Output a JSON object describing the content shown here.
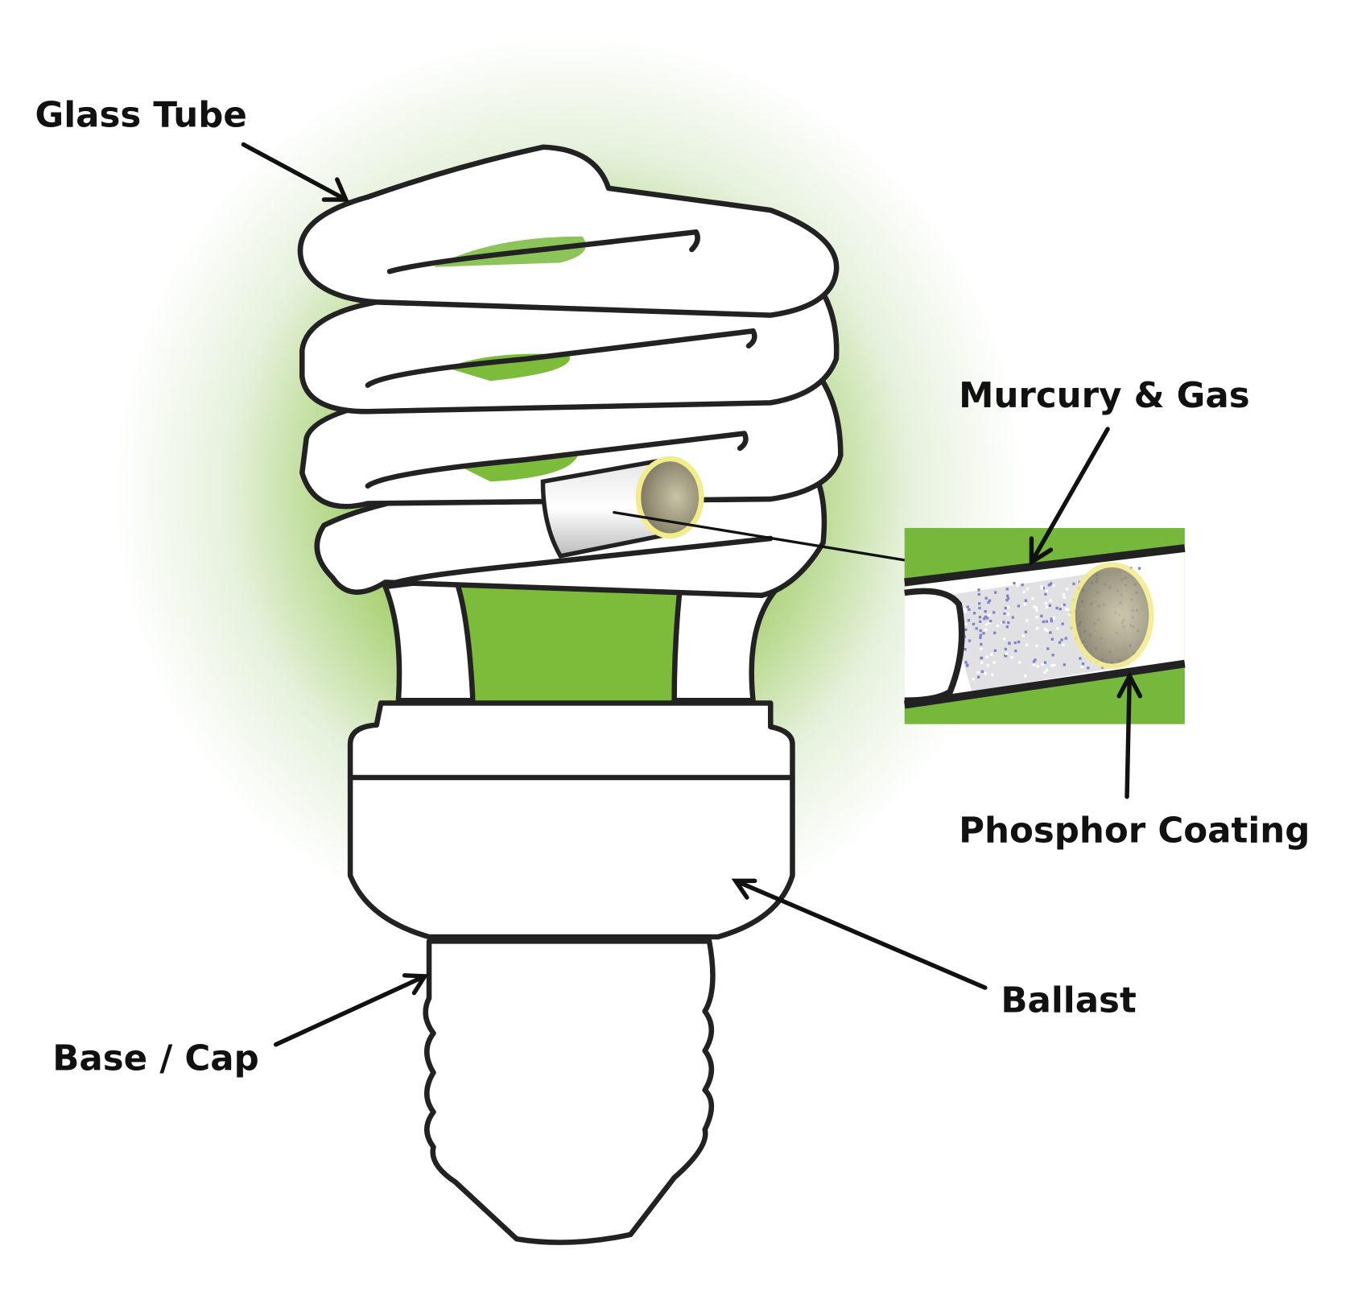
{
  "title": "Compact fluorescent lamp parts",
  "labels": {
    "glass_tube": "Glass Tube",
    "mercury_gas": "Murcury & Gas",
    "phosphor": "Phosphor Coating",
    "ballast": "Ballast",
    "base_cap": "Base / Cap"
  },
  "colors": {
    "glow": "#7dbb3a",
    "inset_bg": "#76b83c",
    "outline": "#222222",
    "phosphor": "#f3ec8a",
    "mercury_dots": "#7b82c9"
  }
}
